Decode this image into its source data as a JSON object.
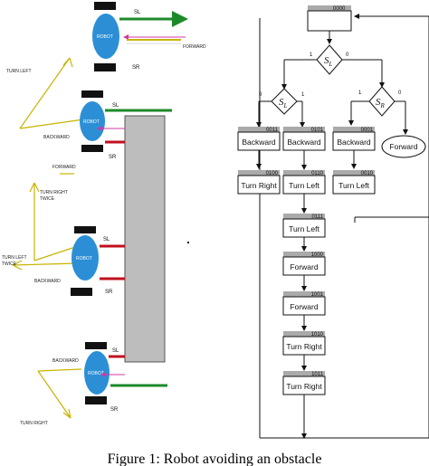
{
  "caption": "Figure 1: Robot avoiding an obstacle",
  "left_diagram": {
    "robot_label": "ROBOT",
    "sensor_left": "SL",
    "sensor_right": "SR",
    "labels": {
      "forward": "FORWARD",
      "turn_left": "TURN LEFT",
      "backward": "BACKWARD",
      "turn_right_twice": "TURN RIGHT\nTWICE",
      "turn_left_twice": "TURN LEFT\nTWICE",
      "turn_right": "TURN RIGHT"
    }
  },
  "flowchart": {
    "start_code": "0000",
    "decisions": {
      "s1": "S",
      "s1_sub": "L",
      "sl": "S",
      "sl_sub": "L",
      "sr": "S",
      "sr_sub": "R"
    },
    "branch_labels": {
      "zero": "0",
      "one": "1"
    },
    "columns": {
      "left": [
        {
          "code": "0011",
          "label": "Backward"
        },
        {
          "code": "0100",
          "label": "Turn Right"
        }
      ],
      "middle": [
        {
          "code": "0101",
          "label": "Backward"
        },
        {
          "code": "0110",
          "label": "Turn Left"
        },
        {
          "code": "0111",
          "label": "Turn Left"
        },
        {
          "code": "1000",
          "label": "Forward"
        },
        {
          "code": "1001",
          "label": "Forward"
        },
        {
          "code": "1010",
          "label": "Turn Right"
        },
        {
          "code": "1011",
          "label": "Turn Right"
        }
      ],
      "right": [
        {
          "code": "0001",
          "label": "Backward"
        },
        {
          "code": "0010",
          "label": "Turn Left"
        }
      ],
      "terminal": "Forward"
    }
  }
}
